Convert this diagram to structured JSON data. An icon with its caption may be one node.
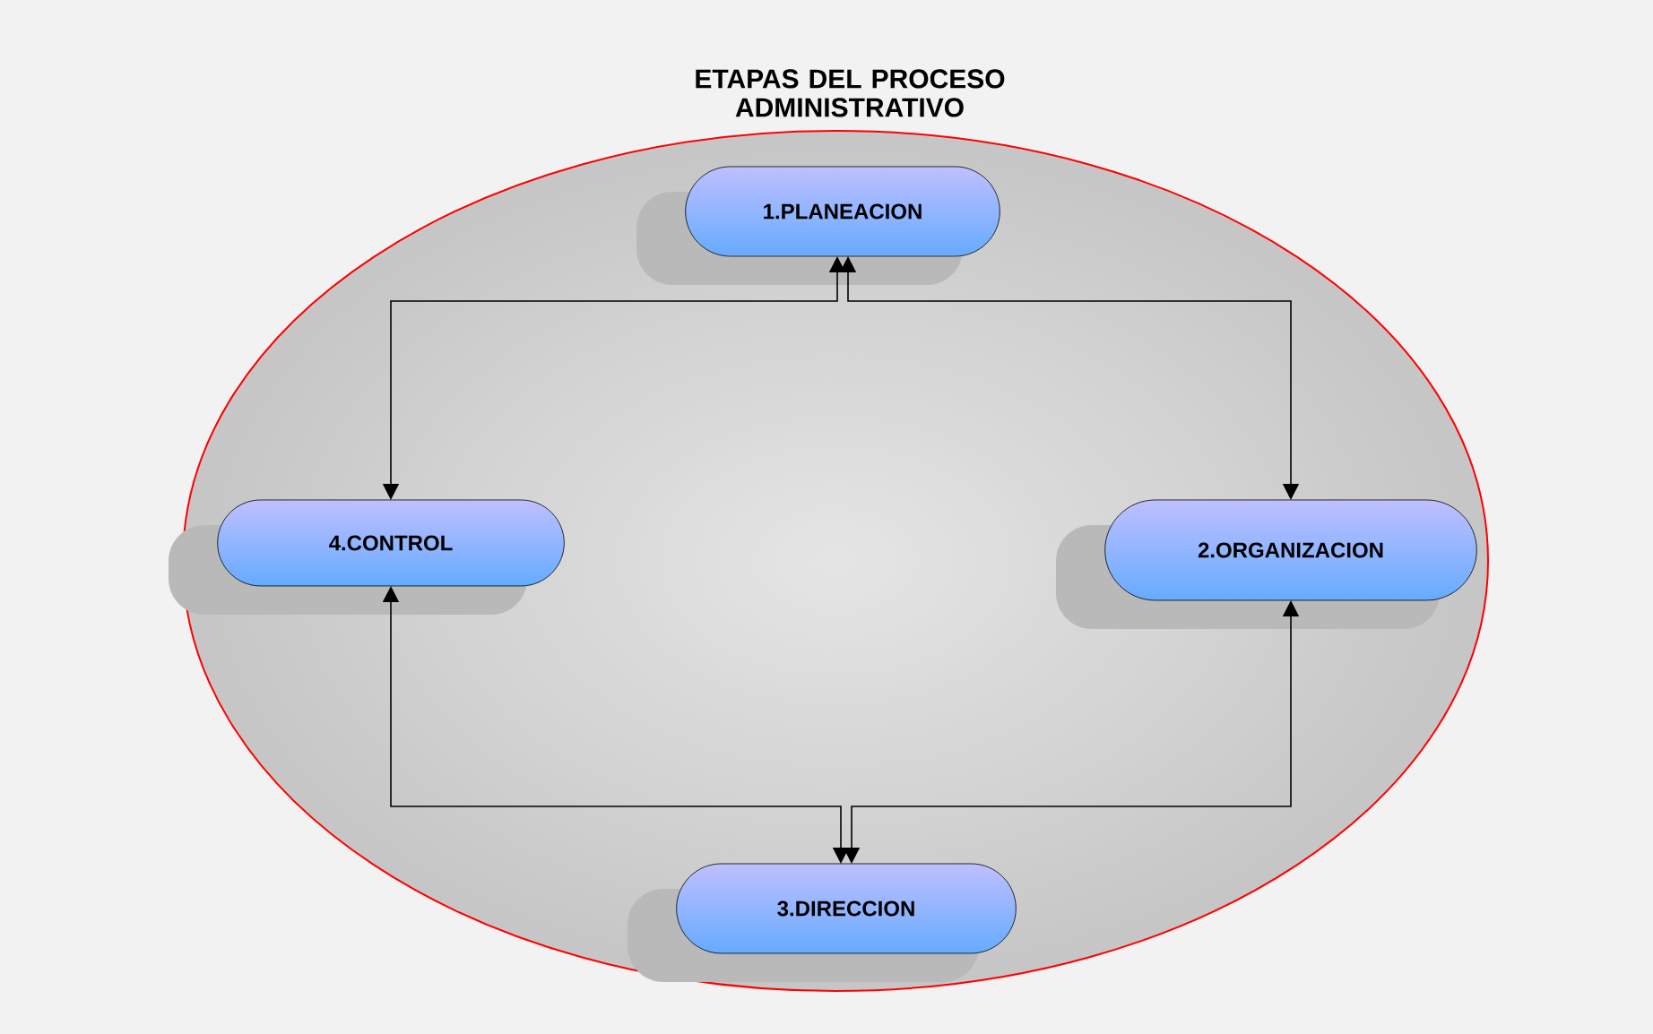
{
  "diagram": {
    "title": "ETAPAS DEL PROCESO ADMINISTRATIVO",
    "nodes": [
      {
        "text": [
          "1.PLANEACION"
        ]
      },
      {
        "text": [
          "2.ORGANIZACION"
        ]
      },
      {
        "text": [
          "3.DIRECCION"
        ]
      },
      {
        "text": [
          "4.CONTROL"
        ]
      }
    ],
    "edges": [
      {
        "from": 0,
        "to": 3,
        "arrow": "both"
      },
      {
        "from": 0,
        "to": 1,
        "arrow": "both"
      },
      {
        "from": 2,
        "to": 3,
        "arrow": "both"
      },
      {
        "from": 2,
        "to": 1,
        "arrow": "both"
      }
    ]
  }
}
